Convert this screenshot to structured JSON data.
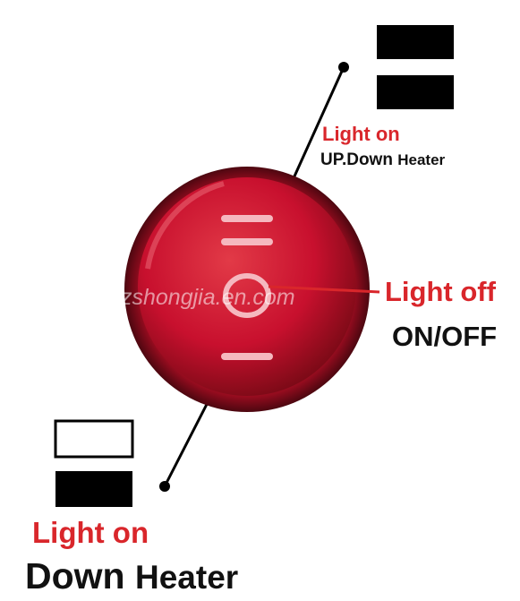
{
  "colors": {
    "annotation_red": "#d9262b",
    "text_black": "#111111",
    "switch_red": "#c8102e",
    "symbol_light": "#f5b8bf"
  },
  "top": {
    "status": "Light on",
    "mode_prefix": "UP.Down",
    "mode_suffix": "Heater",
    "symbol": "double-bar-filled"
  },
  "middle": {
    "status": "Light off",
    "mode": "ON/OFF"
  },
  "bottom": {
    "status": "Light on",
    "mode_prefix": "Down",
    "mode_suffix": "Heater",
    "symbol": "bar-outline-over-filled"
  },
  "watermark": "zshongjia.en.com",
  "switch_icon": "rocker-switch-round-icon"
}
